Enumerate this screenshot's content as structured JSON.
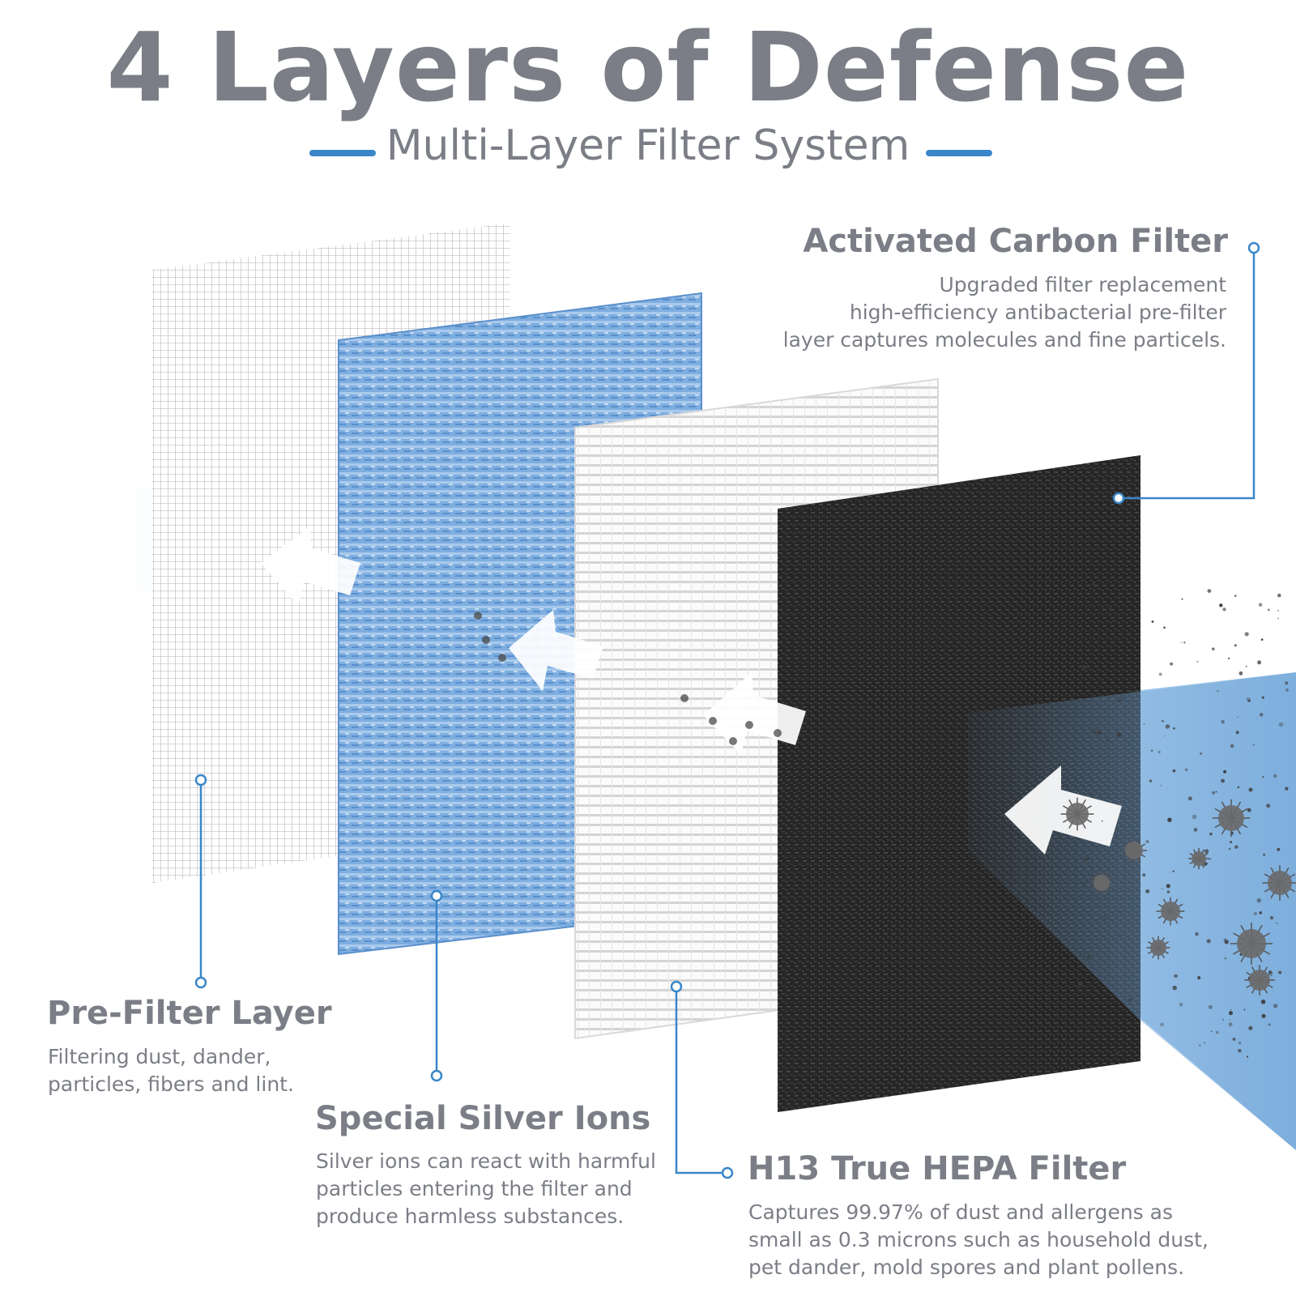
{
  "header": {
    "title": "4 Layers of Defense",
    "subtitle": "Multi-Layer Filter System"
  },
  "colors": {
    "accent": "#3a86c9",
    "text": "#7b7e86",
    "silver_layer": "#79a8dc",
    "carbon_layer": "#222222",
    "airflow": "#9cc6ea"
  },
  "layers": {
    "carbon": {
      "title": "Activated Carbon Filter",
      "lines": [
        "Upgraded filter replacement",
        "high-efficiency antibacterial pre-filter",
        "layer captures molecules and fine particels."
      ]
    },
    "prefilter": {
      "title": "Pre-Filter Layer",
      "lines": [
        "Filtering dust, dander,",
        "particles, fibers and lint."
      ]
    },
    "silver": {
      "title": "Special Silver Ions",
      "lines": [
        "Silver ions can react with harmful",
        "particles entering the filter and",
        "produce harmless substances."
      ]
    },
    "hepa": {
      "title": "H13 True HEPA Filter",
      "lines": [
        "Captures 99.97% of dust and allergens as",
        "small as 0.3 microns such as household dust,",
        "pet dander, mold spores and plant pollens."
      ]
    }
  }
}
